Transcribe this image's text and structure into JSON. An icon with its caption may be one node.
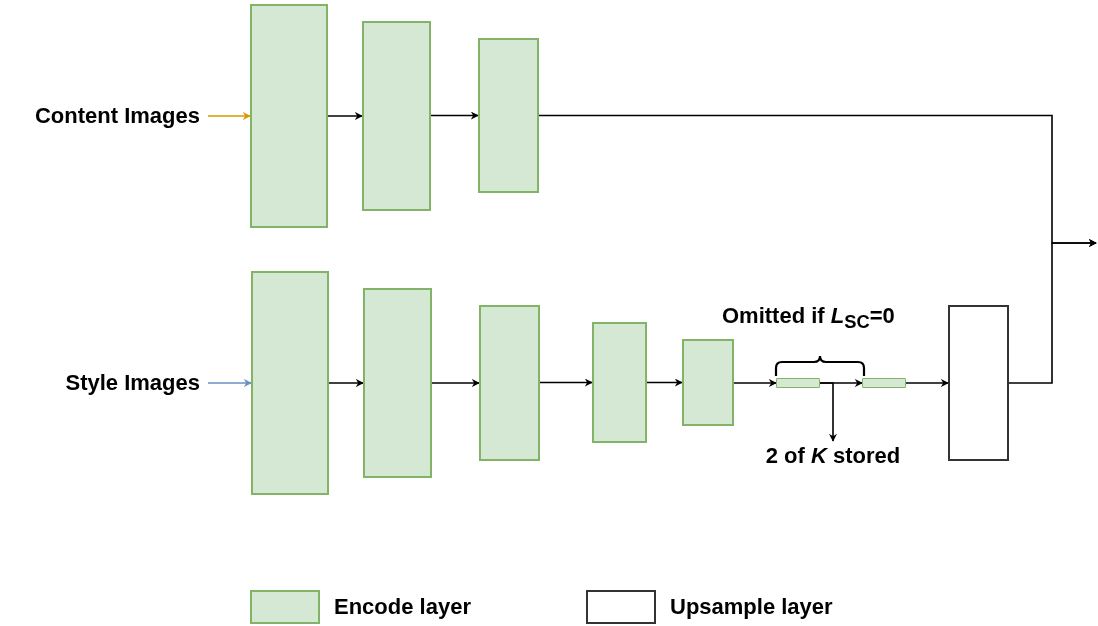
{
  "diagram": {
    "nodes": [
      {
        "text": [
          "Content Images"
        ]
      },
      {
        "text": [],
        "shape": "box"
      },
      {
        "text": [],
        "shape": "box"
      },
      {
        "text": [],
        "shape": "box"
      },
      {
        "text": [
          "Style Images"
        ]
      },
      {
        "text": [],
        "shape": "box"
      },
      {
        "text": [],
        "shape": "box"
      },
      {
        "text": [],
        "shape": "box"
      },
      {
        "text": [],
        "shape": "box"
      },
      {
        "text": [],
        "shape": "box"
      },
      {
        "text": [],
        "shape": "bar"
      },
      {
        "text": [],
        "shape": "bar"
      },
      {
        "text": [],
        "shape": "box"
      },
      {
        "text": [
          "2 of *K* stored"
        ]
      }
    ],
    "edges": [
      {
        "from": 0,
        "to": 1,
        "arrow": "to",
        "color": "#d79b00"
      },
      {
        "from": 1,
        "to": 2,
        "arrow": "to"
      },
      {
        "from": 2,
        "to": 3,
        "arrow": "to"
      },
      {
        "from": 3,
        "to": null,
        "arrow": "to"
      },
      {
        "from": 4,
        "to": 5,
        "arrow": "to",
        "color": "#6c8ebf"
      },
      {
        "from": 5,
        "to": 6,
        "arrow": "to"
      },
      {
        "from": 6,
        "to": 7,
        "arrow": "to"
      },
      {
        "from": 7,
        "to": 8,
        "arrow": "to"
      },
      {
        "from": 8,
        "to": 9,
        "arrow": "to"
      },
      {
        "from": 9,
        "to": 10,
        "arrow": "to"
      },
      {
        "from": 10,
        "to": 11,
        "arrow": "to"
      },
      {
        "from": 10,
        "to": 13,
        "arrow": "to"
      },
      {
        "from": 11,
        "to": 12,
        "arrow": "to"
      },
      {
        "from": 12,
        "to": null,
        "arrow": "to"
      }
    ],
    "labels": [
      "Omitted if *L*$_{SC}$=0"
    ],
    "legend": [
      {
        "text": "Encode layer",
        "color": "#d5e8d4"
      },
      {
        "text": "Upsample layer",
        "color": "#ffffff"
      }
    ]
  }
}
